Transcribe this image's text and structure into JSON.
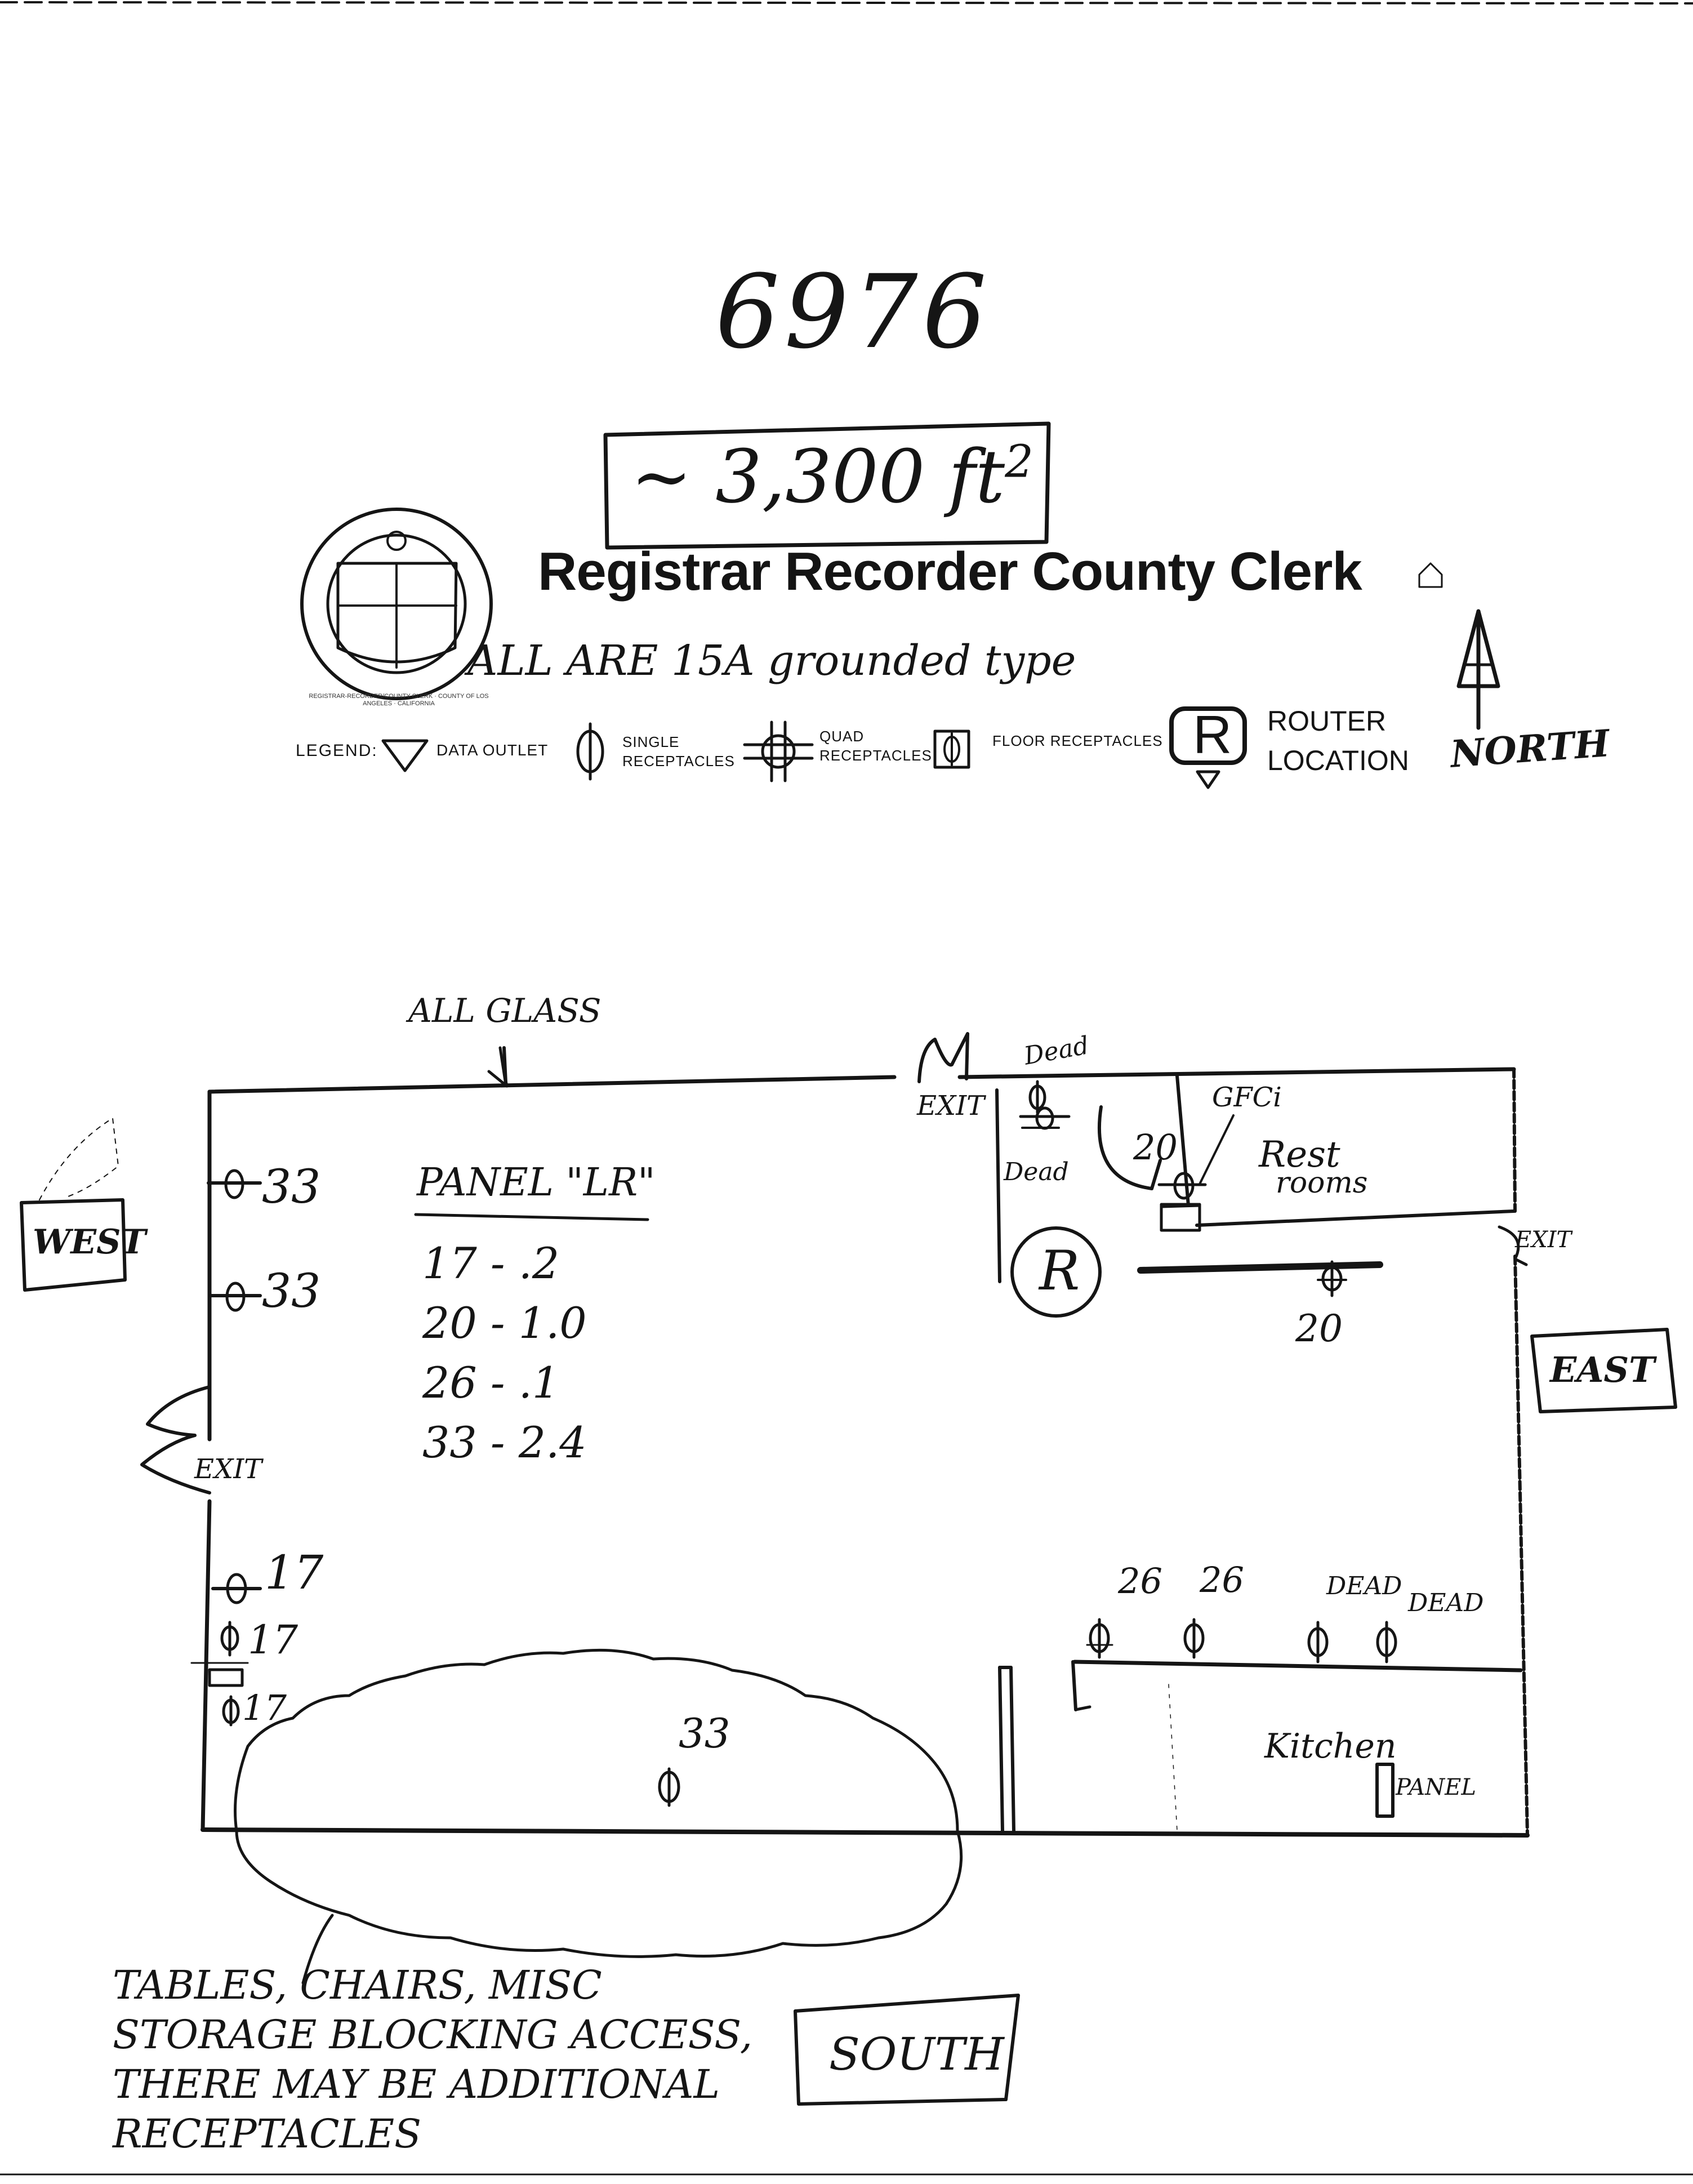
{
  "header": {
    "site_number": "6976",
    "area": "~ 3,300 ft",
    "area_superscript": "2",
    "title": "Registrar Recorder County Clerk",
    "receptacle_note": "ALL ARE 15A grounded type",
    "seal_ring_text": "REGISTRAR-RECORDER/COUNTY CLERK · COUNTY OF LOS ANGELES · CALIFORNIA"
  },
  "legend": {
    "label": "LEGEND:",
    "items": [
      {
        "icon": "data-outlet-icon",
        "label_line1": "DATA OUTLET",
        "label_line2": ""
      },
      {
        "icon": "single-receptacle-icon",
        "label_line1": "SINGLE",
        "label_line2": "RECEPTACLES"
      },
      {
        "icon": "quad-receptacle-icon",
        "label_line1": "QUAD",
        "label_line2": "RECEPTACLES"
      },
      {
        "icon": "floor-receptacle-icon",
        "label_line1": "FLOOR RECEPTACLES",
        "label_line2": ""
      }
    ],
    "router_symbol": "R",
    "router_label_line1": "ROUTER",
    "router_label_line2": "LOCATION",
    "north_label": "NORTH"
  },
  "compass": {
    "west": "WEST",
    "east": "EAST",
    "south": "SOUTH"
  },
  "plan": {
    "all_glass_label": "ALL GLASS",
    "exit_label": "EXIT",
    "dead_label": "Dead",
    "dead_caps": "DEAD",
    "gfci_label": "GFCi",
    "restrooms_line1": "Rest",
    "restrooms_line2": "rooms",
    "router_symbol": "R",
    "kitchen_label": "Kitchen",
    "panel_label": "PANEL",
    "panel_table": {
      "title": "PANEL \"LR\"",
      "rows": [
        {
          "circuit": "17",
          "value": "- .2"
        },
        {
          "circuit": "20",
          "value": "- 1.0"
        },
        {
          "circuit": "26",
          "value": "- .1"
        },
        {
          "circuit": "33",
          "value": "- 2.4"
        }
      ]
    },
    "receptacle_labels": {
      "west_1": "33",
      "west_2": "33",
      "west_3": "17",
      "west_4": "17",
      "west_5": "17",
      "restroom_20": "20",
      "corridor_20": "20",
      "kitchen_26a": "26",
      "kitchen_26b": "26",
      "floor_33": "33"
    }
  },
  "notes": {
    "storage_line1": "TABLES, CHAIRS, MISC",
    "storage_line2": "STORAGE BLOCKING ACCESS,",
    "storage_line3": "THERE MAY BE ADDITIONAL",
    "storage_line4": "RECEPTACLES"
  }
}
